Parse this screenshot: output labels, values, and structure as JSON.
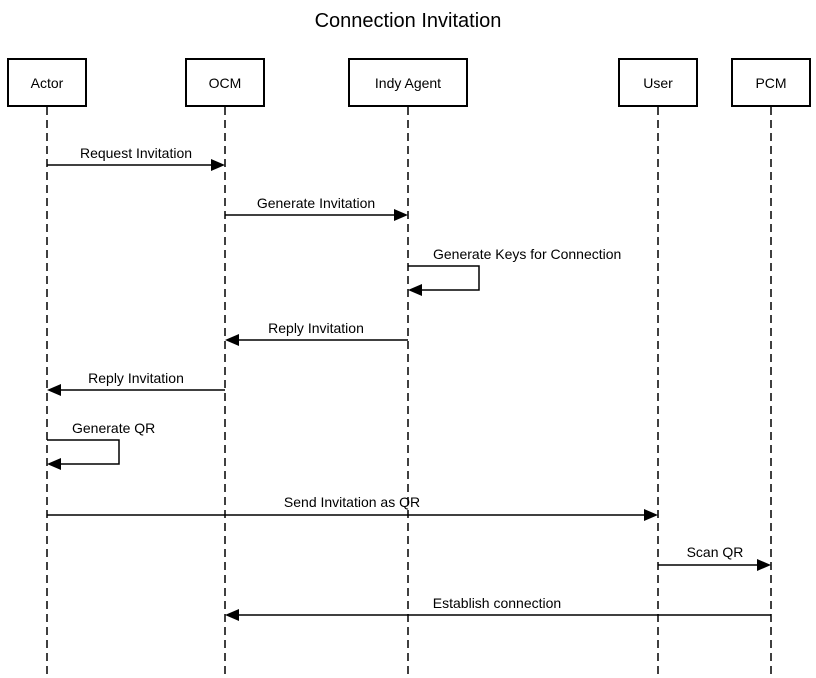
{
  "title": "Connection Invitation",
  "participants": [
    {
      "id": "actor",
      "label": "Actor"
    },
    {
      "id": "ocm",
      "label": "OCM"
    },
    {
      "id": "indy",
      "label": "Indy Agent"
    },
    {
      "id": "user",
      "label": "User"
    },
    {
      "id": "pcm",
      "label": "PCM"
    }
  ],
  "messages": [
    {
      "from": "actor",
      "to": "ocm",
      "label": "Request Invitation"
    },
    {
      "from": "ocm",
      "to": "indy",
      "label": "Generate Invitation"
    },
    {
      "from": "indy",
      "to": "indy",
      "label": "Generate Keys for Connection"
    },
    {
      "from": "indy",
      "to": "ocm",
      "label": "Reply Invitation"
    },
    {
      "from": "ocm",
      "to": "actor",
      "label": "Reply Invitation"
    },
    {
      "from": "actor",
      "to": "actor",
      "label": "Generate QR"
    },
    {
      "from": "actor",
      "to": "user",
      "label": "Send Invitation as QR"
    },
    {
      "from": "user",
      "to": "pcm",
      "label": "Scan QR"
    },
    {
      "from": "pcm",
      "to": "ocm",
      "label": "Establish connection"
    }
  ]
}
